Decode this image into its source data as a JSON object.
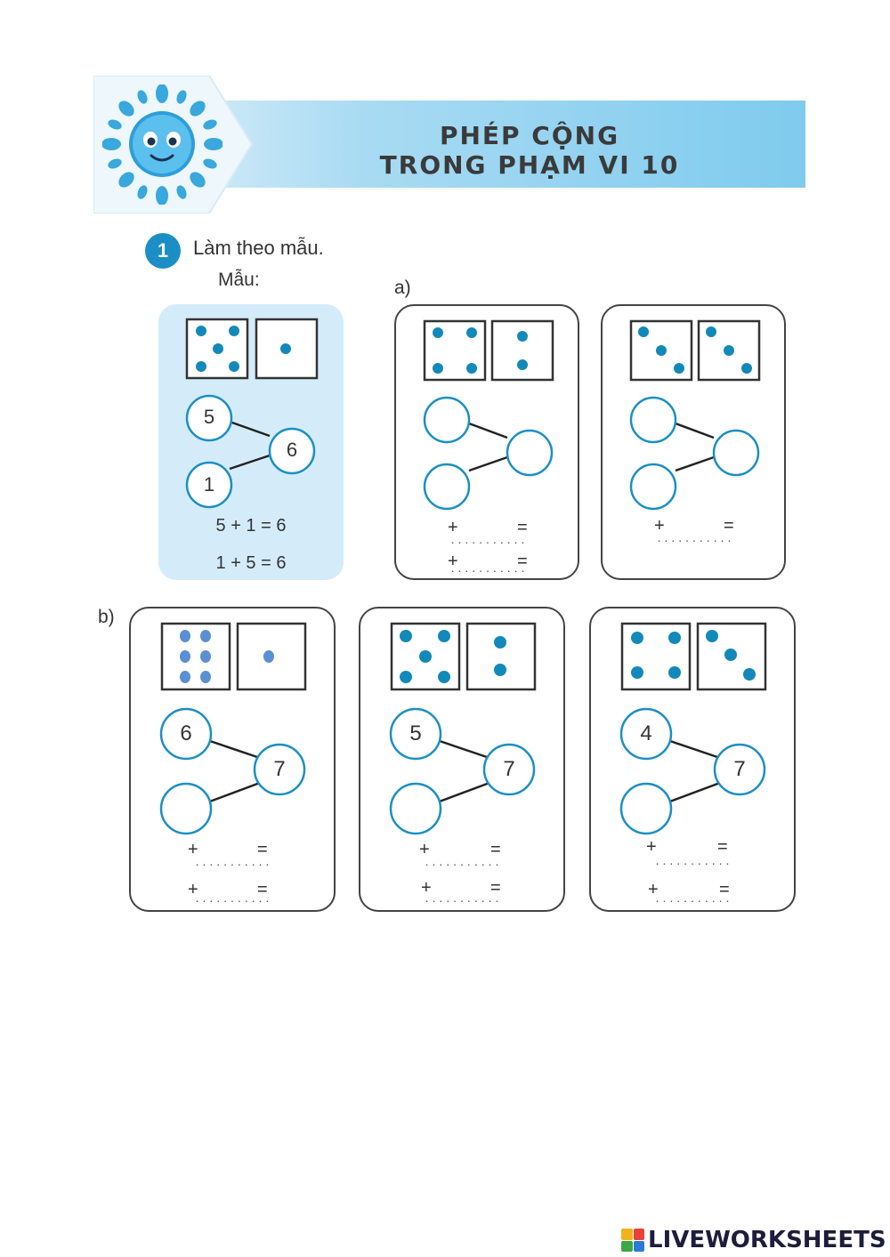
{
  "header": {
    "title_line1": "PHÉP CỘNG",
    "title_line2": "TRONG PHẠM VI 10"
  },
  "exercise": {
    "number": "1",
    "instruction": "Làm theo mẫu.",
    "sample_label": "Mẫu:",
    "part_a_label": "a)",
    "part_b_label": "b)"
  },
  "sample": {
    "top": "5",
    "bottom": "1",
    "total": "6",
    "eq1": "5 + 1 = 6",
    "eq2": "1 + 5 = 6"
  },
  "cards": {
    "a1": {
      "top": "",
      "bottom": "",
      "total": ""
    },
    "a2": {
      "top": "",
      "bottom": "",
      "total": ""
    },
    "b1": {
      "top": "6",
      "bottom": "",
      "total": "7"
    },
    "b2": {
      "top": "5",
      "bottom": "",
      "total": "7"
    },
    "b3": {
      "top": "4",
      "bottom": "",
      "total": "7"
    }
  },
  "equation_template": {
    "plus": "+",
    "equals": "="
  },
  "colors": {
    "accent": "#1b8fc5",
    "dot": "#1389b9",
    "banner": "#7fcbee",
    "sample_bg": "#d4ecf9"
  },
  "footer": {
    "brand": "LIVEWORKSHEETS"
  }
}
